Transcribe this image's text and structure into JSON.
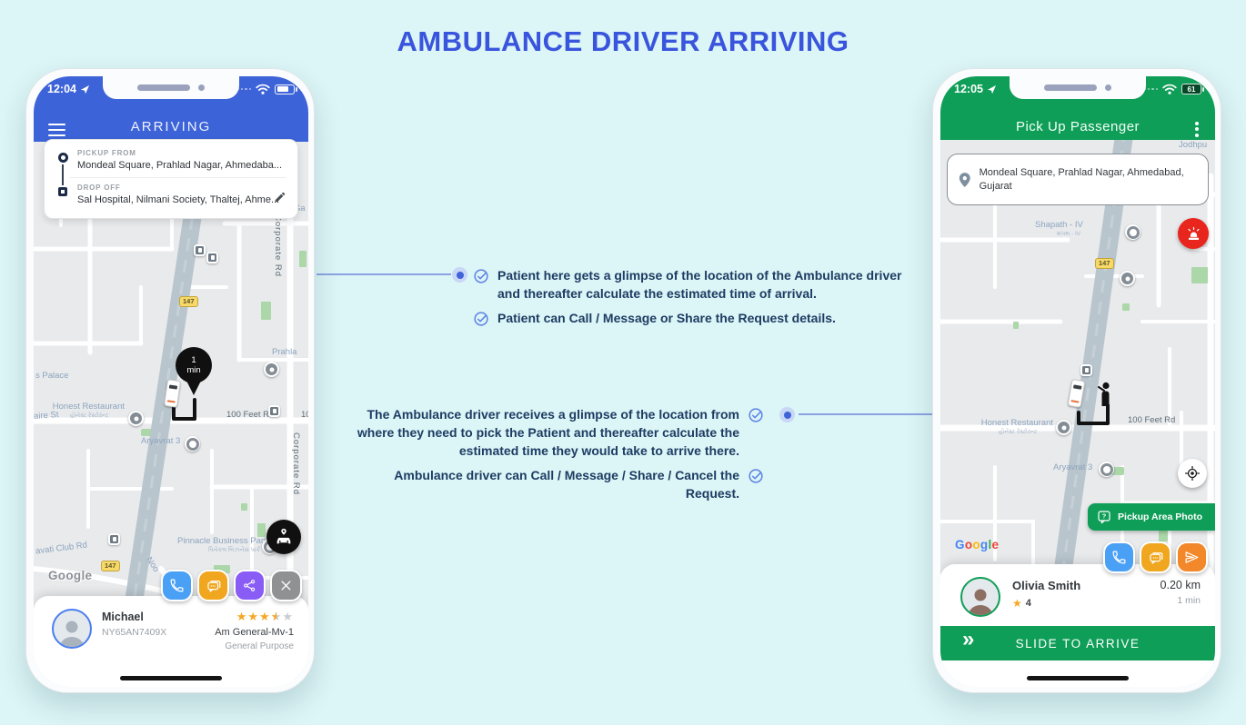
{
  "page": {
    "title": "AMBULANCE DRIVER ARRIVING"
  },
  "annotations": {
    "patient_items": [
      "Patient here gets a glimpse of the location of the Ambulance driver and thereafter calculate the estimated time of arrival.",
      "Patient can Call / Message or Share the Request details."
    ],
    "driver_items": [
      "The Ambulance driver receives a glimpse of the location from where they need to pick the Patient and thereafter calculate the estimated time they would take to arrive there.",
      "Ambulance driver can Call / Message / Share / Cancel the Request."
    ]
  },
  "colors": {
    "accent_blue": "#3d63d8",
    "accent_green": "#0f9e58",
    "title_blue": "#3a55dd",
    "alert_red": "#e8261d"
  },
  "patient_phone": {
    "status_time": "12:04",
    "title": "ARRIVING",
    "trip": {
      "pickup_label": "PICKUP FROM",
      "pickup": "Mondeal Square, Prahlad Nagar, Ahmedaba...",
      "dropoff_label": "DROP OFF",
      "dropoff": "Sal Hospital, Nilmani Society, Thaltej, Ahme..."
    },
    "map": {
      "eta_value": "1",
      "eta_unit": "min",
      "shield": "147",
      "labels": {
        "ga": "Ga",
        "palace": "s Palace",
        "aire_st": "aire St",
        "prahlad": "Prahla",
        "corporate1": "Corporate Rd",
        "corporate2": "Corporate Rd",
        "honest": "Honest Restaurant",
        "honest_sub": "હોનેસ્ટ રેસ્ટોરન્ટ",
        "feet_rd": "100 Feet Rd",
        "feet_rd2": "10",
        "aryavrat": "Aryavrat 3",
        "club_rd": "avati Club Rd",
        "noor": "Noo",
        "pinnacle": "Pinnacle Business Park",
        "pinnacle_sub": "પિનેકલ બિઝનેસ પાર્ક"
      },
      "watermark": "Google"
    },
    "driver_card": {
      "name": "Michael",
      "plate": "NY65AN7409X",
      "rating": 3.5,
      "vehicle": "Am General-Mv-1",
      "vehicle_type": "General Purpose"
    }
  },
  "driver_phone": {
    "status_time": "12:05",
    "battery": "61",
    "title": "Pick Up Passenger",
    "address": "Mondeal Square, Prahlad Nagar, Ahmedabad, Gujarat",
    "map": {
      "shield": "147",
      "labels": {
        "jodhpur": "Jodhpu",
        "shapath": "Shapath - IV",
        "shapath_sub": "શપથ - IV",
        "honest": "Honest Restaurant",
        "honest_sub": "હોનેસ્ટ રેસ્ટોરન્ટ",
        "feet_rd": "100 Feet Rd",
        "aryavrat": "Aryavrat 3"
      },
      "pickup_area_btn": "Pickup Area Photo",
      "watermark": "Google"
    },
    "passenger_card": {
      "name": "Olivia Smith",
      "rating": "4",
      "distance": "0.20 km",
      "eta": "1 min"
    },
    "slide_label": "SLIDE TO ARRIVE"
  }
}
